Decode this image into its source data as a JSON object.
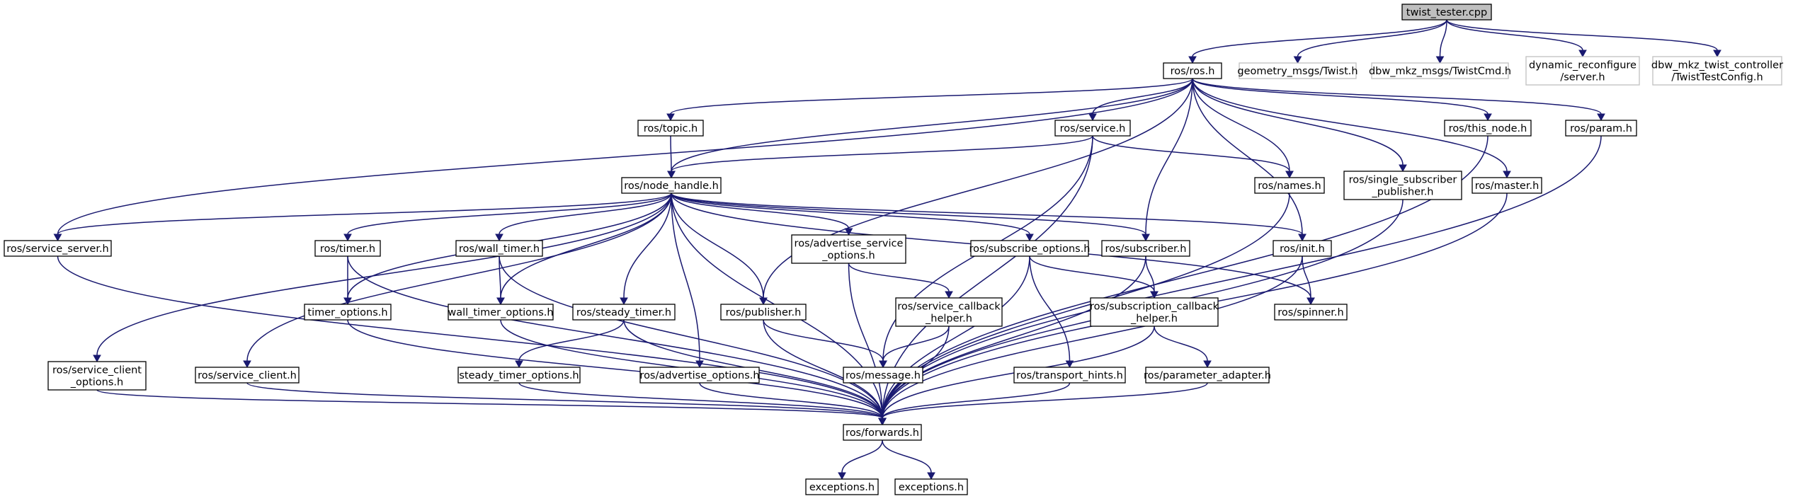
{
  "title": "twist_tester.cpp",
  "nodes": [
    {
      "id": "twist_tester",
      "lines": [
        "twist_tester.cpp"
      ],
      "style": "root"
    },
    {
      "id": "ros_h",
      "lines": [
        "ros/ros.h"
      ],
      "style": "normal"
    },
    {
      "id": "geometry_twist",
      "lines": [
        "geometry_msgs/Twist.h"
      ],
      "style": "external"
    },
    {
      "id": "dbw_twistcmd",
      "lines": [
        "dbw_mkz_msgs/TwistCmd.h"
      ],
      "style": "external"
    },
    {
      "id": "dyn_server",
      "lines": [
        "dynamic_reconfigure",
        "/server.h"
      ],
      "style": "external"
    },
    {
      "id": "twist_config",
      "lines": [
        "dbw_mkz_twist_controller",
        "/TwistTestConfig.h"
      ],
      "style": "external"
    },
    {
      "id": "topic_h",
      "lines": [
        "ros/topic.h"
      ],
      "style": "normal"
    },
    {
      "id": "service_h",
      "lines": [
        "ros/service.h"
      ],
      "style": "normal"
    },
    {
      "id": "this_node_h",
      "lines": [
        "ros/this_node.h"
      ],
      "style": "normal"
    },
    {
      "id": "param_h",
      "lines": [
        "ros/param.h"
      ],
      "style": "normal"
    },
    {
      "id": "node_handle_h",
      "lines": [
        "ros/node_handle.h"
      ],
      "style": "normal"
    },
    {
      "id": "names_h",
      "lines": [
        "ros/names.h"
      ],
      "style": "normal"
    },
    {
      "id": "single_sub_pub_h",
      "lines": [
        "ros/single_subscriber",
        "_publisher.h"
      ],
      "style": "normal"
    },
    {
      "id": "master_h",
      "lines": [
        "ros/master.h"
      ],
      "style": "normal"
    },
    {
      "id": "service_server_h",
      "lines": [
        "ros/service_server.h"
      ],
      "style": "normal"
    },
    {
      "id": "timer_h",
      "lines": [
        "ros/timer.h"
      ],
      "style": "normal"
    },
    {
      "id": "wall_timer_h",
      "lines": [
        "ros/wall_timer.h"
      ],
      "style": "normal"
    },
    {
      "id": "adv_service_opts_h",
      "lines": [
        "ros/advertise_service",
        "_options.h"
      ],
      "style": "normal"
    },
    {
      "id": "subscribe_opts_h",
      "lines": [
        "ros/subscribe_options.h"
      ],
      "style": "normal"
    },
    {
      "id": "subscriber_h",
      "lines": [
        "ros/subscriber.h"
      ],
      "style": "normal"
    },
    {
      "id": "init_h",
      "lines": [
        "ros/init.h"
      ],
      "style": "normal"
    },
    {
      "id": "timer_opts_h",
      "lines": [
        "timer_options.h"
      ],
      "style": "normal"
    },
    {
      "id": "wall_timer_opts_h",
      "lines": [
        "wall_timer_options.h"
      ],
      "style": "normal"
    },
    {
      "id": "steady_timer_h",
      "lines": [
        "ros/steady_timer.h"
      ],
      "style": "normal"
    },
    {
      "id": "publisher_h",
      "lines": [
        "ros/publisher.h"
      ],
      "style": "normal"
    },
    {
      "id": "service_cb_helper_h",
      "lines": [
        "ros/service_callback",
        "_helper.h"
      ],
      "style": "normal"
    },
    {
      "id": "sub_cb_helper_h",
      "lines": [
        "ros/subscription_callback",
        "_helper.h"
      ],
      "style": "normal"
    },
    {
      "id": "spinner_h",
      "lines": [
        "ros/spinner.h"
      ],
      "style": "normal"
    },
    {
      "id": "service_client_opts_h",
      "lines": [
        "ros/service_client",
        "_options.h"
      ],
      "style": "normal"
    },
    {
      "id": "service_client_h",
      "lines": [
        "ros/service_client.h"
      ],
      "style": "normal"
    },
    {
      "id": "steady_timer_opts_h",
      "lines": [
        "steady_timer_options.h"
      ],
      "style": "normal"
    },
    {
      "id": "advertise_opts_h",
      "lines": [
        "ros/advertise_options.h"
      ],
      "style": "normal"
    },
    {
      "id": "message_h",
      "lines": [
        "ros/message.h"
      ],
      "style": "normal"
    },
    {
      "id": "transport_hints_h",
      "lines": [
        "ros/transport_hints.h"
      ],
      "style": "normal"
    },
    {
      "id": "param_adapter_h",
      "lines": [
        "ros/parameter_adapter.h"
      ],
      "style": "normal"
    },
    {
      "id": "forwards_h",
      "lines": [
        "ros/forwards.h"
      ],
      "style": "normal"
    },
    {
      "id": "exceptions_a",
      "lines": [
        "exceptions.h"
      ],
      "style": "normal"
    },
    {
      "id": "exceptions_b",
      "lines": [
        "exceptions.h"
      ],
      "style": "normal"
    }
  ],
  "edges": [
    [
      "twist_tester",
      "ros_h"
    ],
    [
      "twist_tester",
      "geometry_twist"
    ],
    [
      "twist_tester",
      "dbw_twistcmd"
    ],
    [
      "twist_tester",
      "dyn_server"
    ],
    [
      "twist_tester",
      "twist_config"
    ],
    [
      "ros_h",
      "topic_h"
    ],
    [
      "ros_h",
      "service_h"
    ],
    [
      "ros_h",
      "this_node_h"
    ],
    [
      "ros_h",
      "param_h"
    ],
    [
      "ros_h",
      "node_handle_h"
    ],
    [
      "ros_h",
      "names_h"
    ],
    [
      "ros_h",
      "single_sub_pub_h"
    ],
    [
      "ros_h",
      "master_h"
    ],
    [
      "ros_h",
      "service_server_h"
    ],
    [
      "ros_h",
      "publisher_h"
    ],
    [
      "ros_h",
      "subscriber_h"
    ],
    [
      "ros_h",
      "init_h"
    ],
    [
      "topic_h",
      "node_handle_h"
    ],
    [
      "service_h",
      "node_handle_h"
    ],
    [
      "service_h",
      "names_h"
    ],
    [
      "service_h",
      "message_h"
    ],
    [
      "service_h",
      "forwards_h"
    ],
    [
      "node_handle_h",
      "service_server_h"
    ],
    [
      "node_handle_h",
      "timer_h"
    ],
    [
      "node_handle_h",
      "wall_timer_h"
    ],
    [
      "node_handle_h",
      "adv_service_opts_h"
    ],
    [
      "node_handle_h",
      "subscribe_opts_h"
    ],
    [
      "node_handle_h",
      "subscriber_h"
    ],
    [
      "node_handle_h",
      "init_h"
    ],
    [
      "node_handle_h",
      "timer_opts_h"
    ],
    [
      "node_handle_h",
      "wall_timer_opts_h"
    ],
    [
      "node_handle_h",
      "steady_timer_h"
    ],
    [
      "node_handle_h",
      "publisher_h"
    ],
    [
      "node_handle_h",
      "spinner_h"
    ],
    [
      "node_handle_h",
      "service_client_opts_h"
    ],
    [
      "node_handle_h",
      "service_client_h"
    ],
    [
      "node_handle_h",
      "advertise_opts_h"
    ],
    [
      "node_handle_h",
      "forwards_h"
    ],
    [
      "names_h",
      "forwards_h"
    ],
    [
      "single_sub_pub_h",
      "forwards_h"
    ],
    [
      "master_h",
      "forwards_h"
    ],
    [
      "this_node_h",
      "forwards_h"
    ],
    [
      "param_h",
      "forwards_h"
    ],
    [
      "service_server_h",
      "forwards_h"
    ],
    [
      "timer_h",
      "timer_opts_h"
    ],
    [
      "timer_h",
      "forwards_h"
    ],
    [
      "wall_timer_h",
      "wall_timer_opts_h"
    ],
    [
      "wall_timer_h",
      "forwards_h"
    ],
    [
      "adv_service_opts_h",
      "service_cb_helper_h"
    ],
    [
      "adv_service_opts_h",
      "forwards_h"
    ],
    [
      "subscribe_opts_h",
      "sub_cb_helper_h"
    ],
    [
      "subscribe_opts_h",
      "transport_hints_h"
    ],
    [
      "subscribe_opts_h",
      "forwards_h"
    ],
    [
      "subscriber_h",
      "sub_cb_helper_h"
    ],
    [
      "subscriber_h",
      "forwards_h"
    ],
    [
      "init_h",
      "spinner_h"
    ],
    [
      "init_h",
      "forwards_h"
    ],
    [
      "timer_opts_h",
      "forwards_h"
    ],
    [
      "wall_timer_opts_h",
      "forwards_h"
    ],
    [
      "steady_timer_h",
      "steady_timer_opts_h"
    ],
    [
      "steady_timer_h",
      "forwards_h"
    ],
    [
      "publisher_h",
      "message_h"
    ],
    [
      "publisher_h",
      "forwards_h"
    ],
    [
      "service_cb_helper_h",
      "message_h"
    ],
    [
      "service_cb_helper_h",
      "forwards_h"
    ],
    [
      "sub_cb_helper_h",
      "param_adapter_h"
    ],
    [
      "sub_cb_helper_h",
      "forwards_h"
    ],
    [
      "service_client_opts_h",
      "forwards_h"
    ],
    [
      "service_client_h",
      "forwards_h"
    ],
    [
      "steady_timer_opts_h",
      "forwards_h"
    ],
    [
      "advertise_opts_h",
      "forwards_h"
    ],
    [
      "transport_hints_h",
      "forwards_h"
    ],
    [
      "param_adapter_h",
      "forwards_h"
    ],
    [
      "forwards_h",
      "exceptions_a"
    ],
    [
      "forwards_h",
      "exceptions_b"
    ]
  ],
  "colors": {
    "edge": "#191970",
    "root_fill": "#bfbfbf",
    "root_border": "#000000",
    "normal_fill": "#ffffff",
    "normal_border": "#000000",
    "external_fill": "#ffffff",
    "external_border": "#bfbfbf",
    "external_text": "#000000"
  }
}
